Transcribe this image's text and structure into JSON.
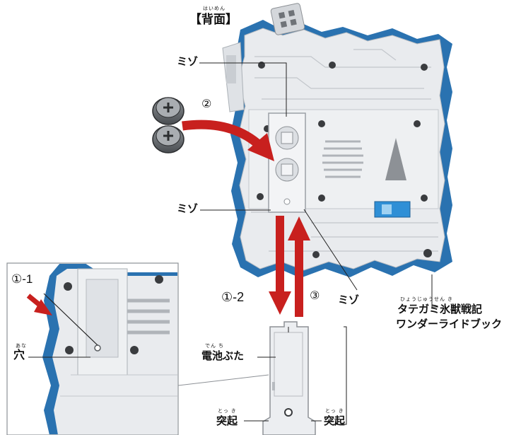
{
  "header": {
    "ruby": "はいめん",
    "title": "【背面】"
  },
  "labels": {
    "mizo_top": "ミゾ",
    "mizo_left": "ミゾ",
    "mizo_right": "ミゾ",
    "step_2": "②",
    "step_1_1": "①-1",
    "step_1_2": "①-2",
    "step_3": "③",
    "hole_ruby": "あな",
    "hole": "穴",
    "cover_ruby": "でん ち",
    "cover": "電池ぶた",
    "protrusion_ruby": "とっ き",
    "protrusion_left": "突起",
    "protrusion_right": "突起",
    "product_ruby": "ひょうじゅうせん き",
    "product_line1": "タテガミ氷獣戦記",
    "product_line2": "ワンダーライドブック"
  },
  "colors": {
    "arrow_red": "#c8201e",
    "book_blue": "#2a72b0",
    "accent_blue": "#2f8fd6",
    "body_gray": "#e9ebee"
  },
  "icons": [
    "battery-icon",
    "battery-icon",
    "insert-arrow-icon",
    "remove-arrow-icon",
    "close-arrow-icon",
    "pin-arrow-icon"
  ]
}
